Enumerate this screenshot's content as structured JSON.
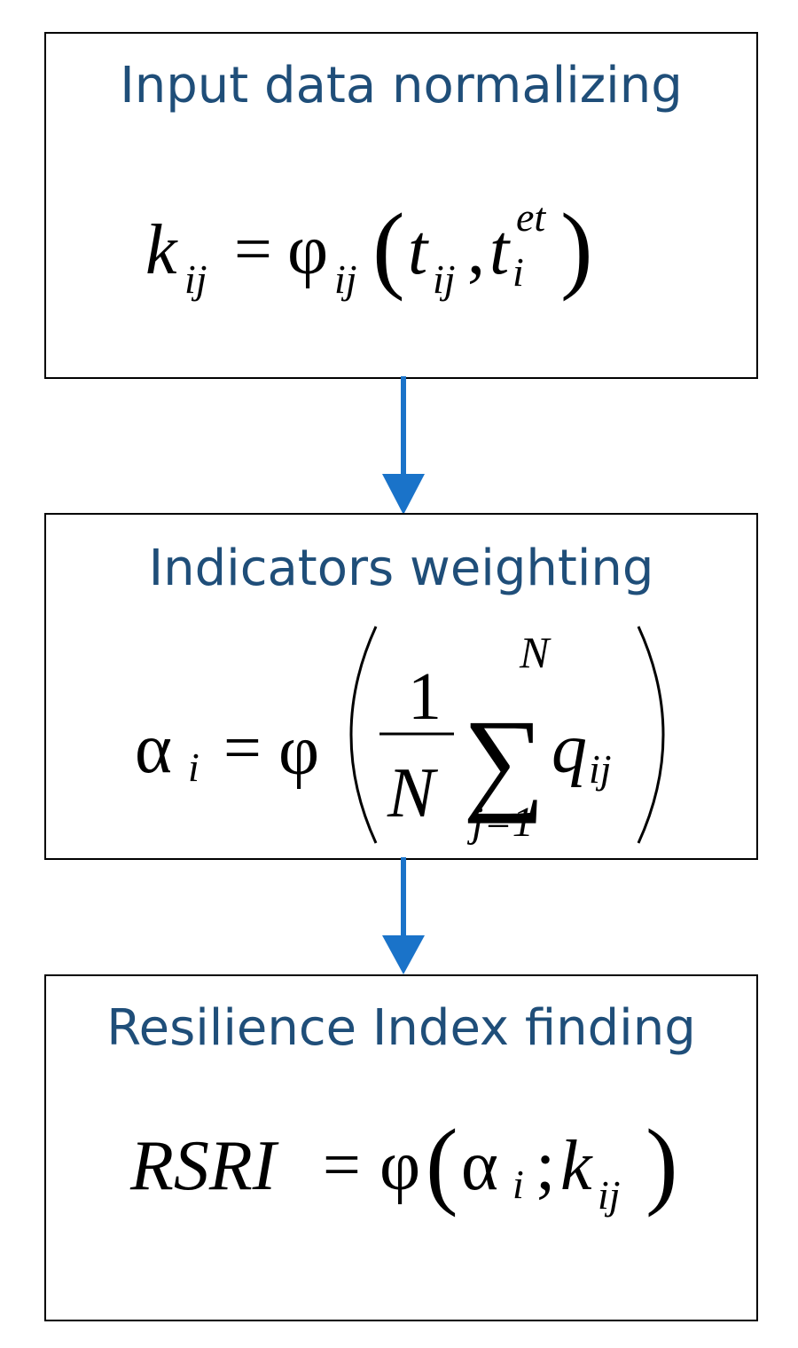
{
  "steps": [
    {
      "title": "Input data normalizing",
      "formula": {
        "lhs_var": "k",
        "lhs_sub": "ij",
        "eq": "=",
        "func": "φ",
        "func_sub": "ij",
        "lparen": "(",
        "arg1_var": "t",
        "arg1_sub": "ij",
        "comma": ",",
        "arg2_var": "t",
        "arg2_sup": "et",
        "arg2_sub": "i",
        "rparen": ")"
      }
    },
    {
      "title": "Indicators weighting",
      "formula": {
        "lhs_var": "α",
        "lhs_sub": "i",
        "eq": "=",
        "func": "φ",
        "numerator": "1",
        "denominator": "N",
        "sum_symbol": "∑",
        "sum_upper": "N",
        "sum_lower": "j=1",
        "term_var": "q",
        "term_sub": "ij"
      }
    },
    {
      "title": "Resilience Index finding",
      "formula": {
        "lhs": "RSRI",
        "eq": "=",
        "func": "φ",
        "lparen": "(",
        "arg1_var": "α",
        "arg1_sub": "i",
        "sep": ";",
        "arg2_var": "k",
        "arg2_sub": "ij",
        "rparen": ")"
      }
    }
  ],
  "colors": {
    "title": "#1f4e79",
    "arrow": "#1a73c9",
    "border": "#000000"
  }
}
